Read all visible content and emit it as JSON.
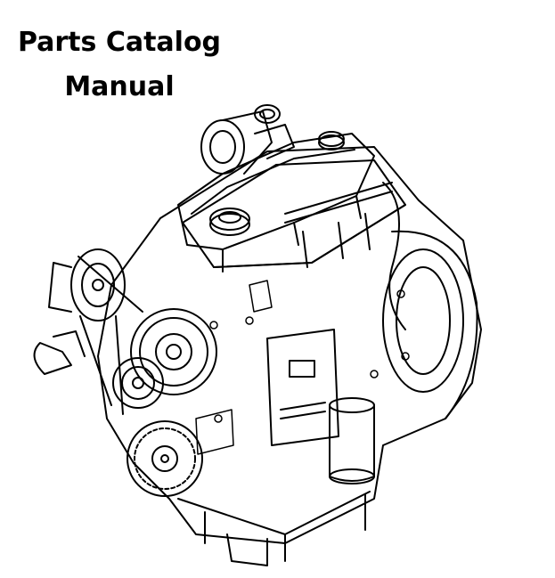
{
  "header": {
    "title_line1": "Parts Catalog",
    "title_line2": "Manual"
  },
  "illustration": {
    "subject": "engine-line-drawing",
    "stroke_color": "#000000",
    "background_color": "#ffffff"
  }
}
